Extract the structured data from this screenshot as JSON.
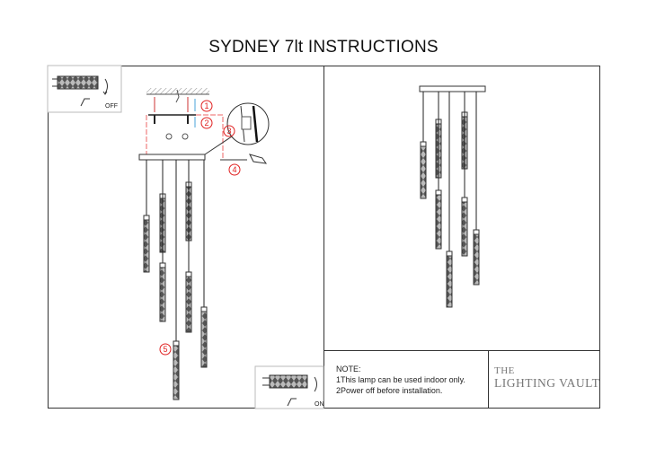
{
  "title": "SYDNEY 7lt INSTRUCTIONS",
  "switch_off_label": "OFF",
  "switch_on_label": "ON",
  "steps": [
    "1",
    "2",
    "3",
    "4",
    "5"
  ],
  "note": {
    "heading": "NOTE:",
    "lines": [
      "1This lamp can be used indoor only.",
      "2Power off before installation."
    ]
  },
  "brand": {
    "line1": "THE",
    "line2": "LIGHTING VAULT"
  },
  "colors": {
    "step": "#e02020",
    "line": "#222222",
    "guide": "#4aa3d8"
  }
}
